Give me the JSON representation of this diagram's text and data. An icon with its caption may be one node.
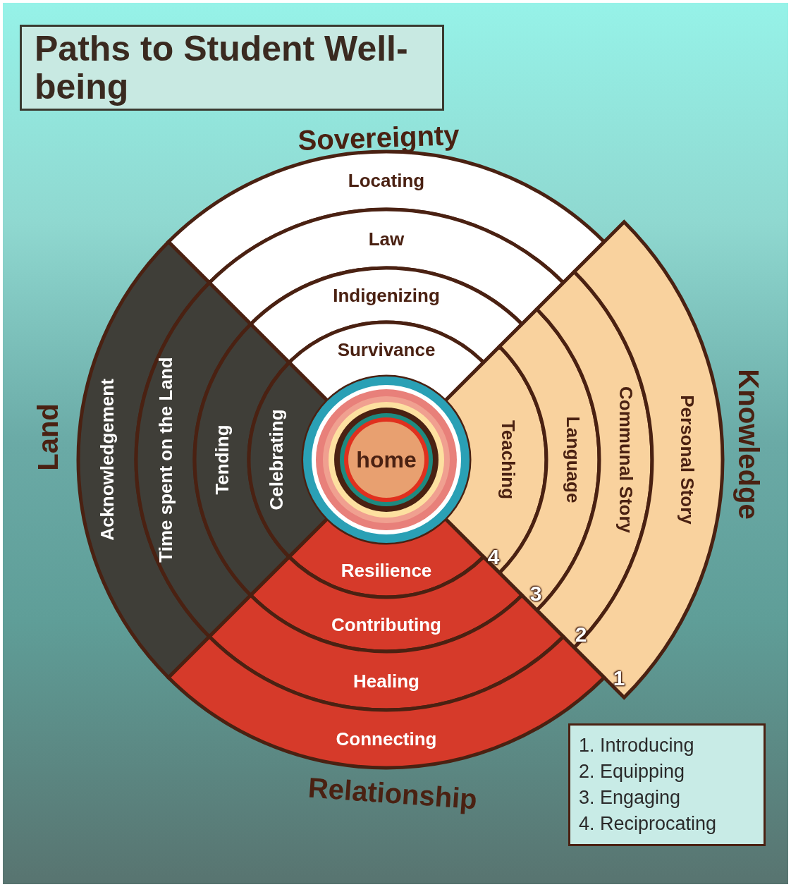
{
  "diagram": {
    "title": "Paths to Student Well-being",
    "nodes": [
      {
        "text": [
          "Locating"
        ]
      },
      {
        "text": [
          "Law"
        ]
      },
      {
        "text": [
          "Indigenizing"
        ]
      },
      {
        "text": [
          "Survivance"
        ]
      },
      {
        "text": [
          "Acknowledgement"
        ]
      },
      {
        "text": [
          "Time spent on the Land"
        ]
      },
      {
        "text": [
          "Tending"
        ]
      },
      {
        "text": [
          "Celebrating"
        ]
      },
      {
        "text": [
          "Teaching"
        ]
      },
      {
        "text": [
          "Language"
        ]
      },
      {
        "text": [
          "Communal Story"
        ]
      },
      {
        "text": [
          "Personal Story"
        ]
      },
      {
        "text": [
          "Resilience"
        ]
      },
      {
        "text": [
          "Contributing"
        ]
      },
      {
        "text": [
          "Healing"
        ]
      },
      {
        "text": [
          "Connecting"
        ]
      },
      {
        "text": [
          "home"
        ]
      }
    ],
    "edges": [],
    "labels": [
      "Sovereignty",
      "Land",
      "Knowledge",
      "4",
      "3",
      "2",
      "1",
      "Relationship",
      "1. Introducing",
      "2. Equipping",
      "3. Engaging",
      "4. Reciprocating"
    ]
  }
}
